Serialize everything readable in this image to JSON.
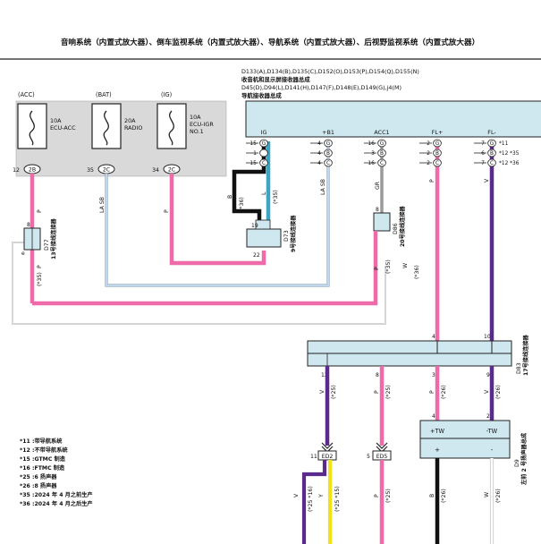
{
  "title": "音响系统（内置式放大器）、倒车监视系统（内置式放大器）、导航系统（内置式放大器）、后视野监视系统（内置式放大器）",
  "colors": {
    "pink": "#ee6aa8",
    "purple": "#5a2a8c",
    "gray": "#9a9a9a",
    "lightblue": "#c2d6ea",
    "teal": "#3aa6c4",
    "black": "#111111",
    "yellow": "#f3e117",
    "panel": "#d9d9d9",
    "connector": "#cfe7ef"
  },
  "header_connectors": {
    "line1": "D133(A),D134(B),D135(C),D152(O),D153(P),D154(Q),D155(N)",
    "line2": "收音机和显示屏接收器总成",
    "line3": "D45(D),D94(L),D141(H),D147(F),D148(E),D149(G),j4(M)",
    "line4": "导航接收器总成"
  },
  "fuses": [
    {
      "tag": "(ACC)",
      "rating": "10A",
      "name": "ECU-ACC",
      "pin": "12",
      "conn": "2B"
    },
    {
      "tag": "(BAT)",
      "rating": "20A",
      "name": "RADIO",
      "pin": "35",
      "conn": "2C"
    },
    {
      "tag": "(IG)",
      "rating": "10A",
      "name": "ECU-IGR",
      "name2": "NO.1",
      "pin": "34",
      "conn": "2C"
    }
  ],
  "unit_terminals": [
    {
      "label": "IG"
    },
    {
      "label": "+B1"
    },
    {
      "label": "ACC1"
    },
    {
      "label": "FL+"
    },
    {
      "label": "FL-"
    }
  ],
  "unit_rows": [
    [
      "15",
      "G",
      "4",
      "G",
      "16",
      "G",
      "2",
      "G",
      "7",
      "G",
      "*11"
    ],
    [
      "1",
      "",
      "4",
      "B",
      "3",
      "B",
      "2",
      "B",
      "6",
      "B",
      "*12 *35"
    ],
    [
      "15",
      "C",
      "4",
      "C",
      "16",
      "C",
      "2",
      "C",
      "7",
      "C",
      "*12 *36"
    ]
  ],
  "wire_labels": {
    "p": "P",
    "lasb": "LA SB",
    "b": "B",
    "l": "L",
    "gr": "GR",
    "v": "V",
    "w": "W",
    "y": "Y",
    "n35": "(*35)",
    "n36": "(*36)",
    "n25": "(*25)",
    "n26": "(*26)",
    "n25_16": "(*25 *16)",
    "n25_15": "(*25 *15)"
  },
  "junctions": {
    "d77_pin": "8",
    "d77_name": "D77",
    "d77_desc": "13号接线连接器",
    "d77_e": "e",
    "d73_pin_top": "19",
    "d73_pin_bot": "22",
    "d73_name": "D73",
    "d73_desc": "9号接线连接器",
    "d86_pin": "8",
    "d86_name": "D86",
    "d86_desc": "20号接线连接器",
    "d83_pins_top": [
      "4",
      "10"
    ],
    "d83_pins_bot": [
      "12",
      "8",
      "3",
      "9"
    ],
    "d83_name": "D83",
    "d83_desc": "17号接线连接器"
  },
  "speaker": {
    "pos": "+TW",
    "neg": "-TW",
    "pin_pos": "4",
    "pin_neg": "2",
    "sign_pos": "+",
    "sign_neg": "-",
    "name": "D9",
    "desc": "左前 2 号扬声器总成"
  },
  "inline_connectors": [
    {
      "pin": "11",
      "code": "ED2"
    },
    {
      "pin": "5",
      "code": "ED5"
    }
  ],
  "legend": [
    "*11 :带导航系统",
    "*12 :不带导航系统",
    "*15 :GTMC 制造",
    "*16 :FTMC 制造",
    "*25 :6 扬声器",
    "*26 :8 扬声器",
    "*35 :2024 年 4 月之前生产",
    "*36 :2024 年 4 月之后生产"
  ]
}
